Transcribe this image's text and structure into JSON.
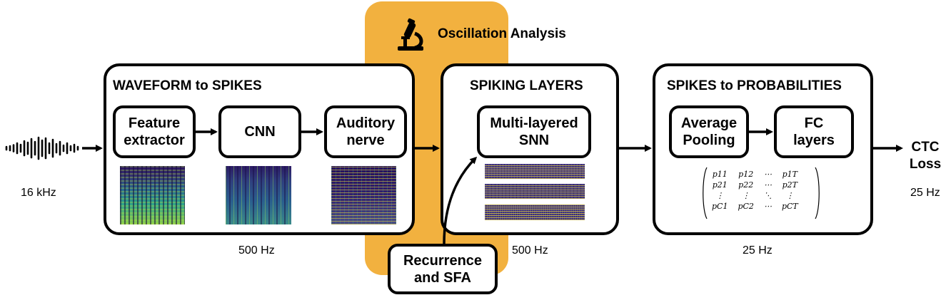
{
  "input": {
    "rate": "16 kHz",
    "icon": "waveform-icon"
  },
  "oscillation": {
    "title": "Oscillation Analysis",
    "icon": "microscope-icon",
    "bg": "#f2b13f"
  },
  "panel1": {
    "title": "WAVEFORM to SPIKES",
    "boxes": [
      "Feature\nextractor",
      "CNN",
      "Auditory\nnerve"
    ],
    "rate": "500 Hz"
  },
  "panel2": {
    "title": "SPIKING LAYERS",
    "box": "Multi-layered\nSNN",
    "rate": "500 Hz"
  },
  "recurrence": {
    "label": "Recurrence\nand SFA"
  },
  "panel3": {
    "title": "SPIKES to PROBABILITIES",
    "boxes": [
      "Average\nPooling",
      "FC\nlayers"
    ],
    "rate": "25 Hz",
    "matrix": [
      [
        "p11",
        "p12",
        "⋯",
        "p1T"
      ],
      [
        "p21",
        "p22",
        "⋯",
        "p2T"
      ],
      [
        "⋮",
        "⋮",
        "⋱",
        "⋮"
      ],
      [
        "pC1",
        "pC2",
        "⋯",
        "pCT"
      ]
    ]
  },
  "output": {
    "label": "CTC\nLoss",
    "rate": "25 Hz"
  },
  "colors": {
    "spectrogram_dark": "#2b1160",
    "spectrogram_mid": "#2a7f8e",
    "spectrogram_bright": "#9fd347",
    "raster_yellow": "#e8d43a"
  }
}
